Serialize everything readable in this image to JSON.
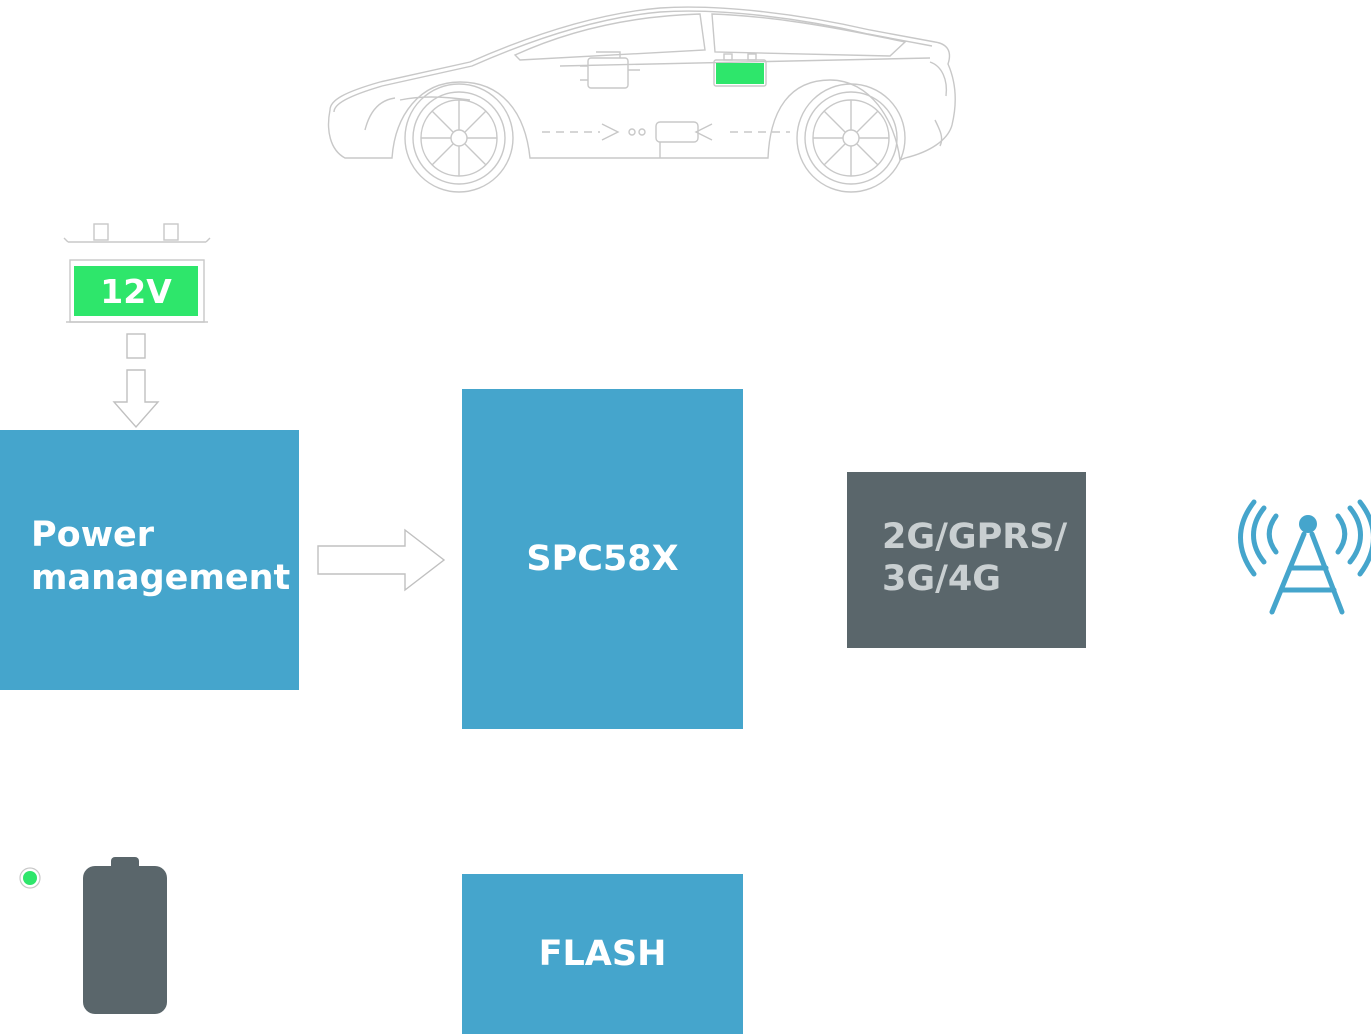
{
  "blocks": {
    "power_management": {
      "line1": "Power",
      "line2": "management"
    },
    "mcu": {
      "label": "SPC58X"
    },
    "modem": {
      "line1": "2G/GPRS/",
      "line2": "3G/4G"
    },
    "flash": {
      "label": "FLASH"
    }
  },
  "car_battery": {
    "voltage_label": "12V"
  },
  "colors": {
    "blue_block": "#45a5cc",
    "grey_block": "#5a666b",
    "green_accent": "#2ee66b",
    "antenna": "#45a5cc",
    "outline": "#c8c8c8"
  },
  "icons": [
    "car-icon",
    "car-battery-icon",
    "antenna-tower-icon",
    "backup-battery-icon",
    "status-led-icon",
    "arrow-icon"
  ]
}
